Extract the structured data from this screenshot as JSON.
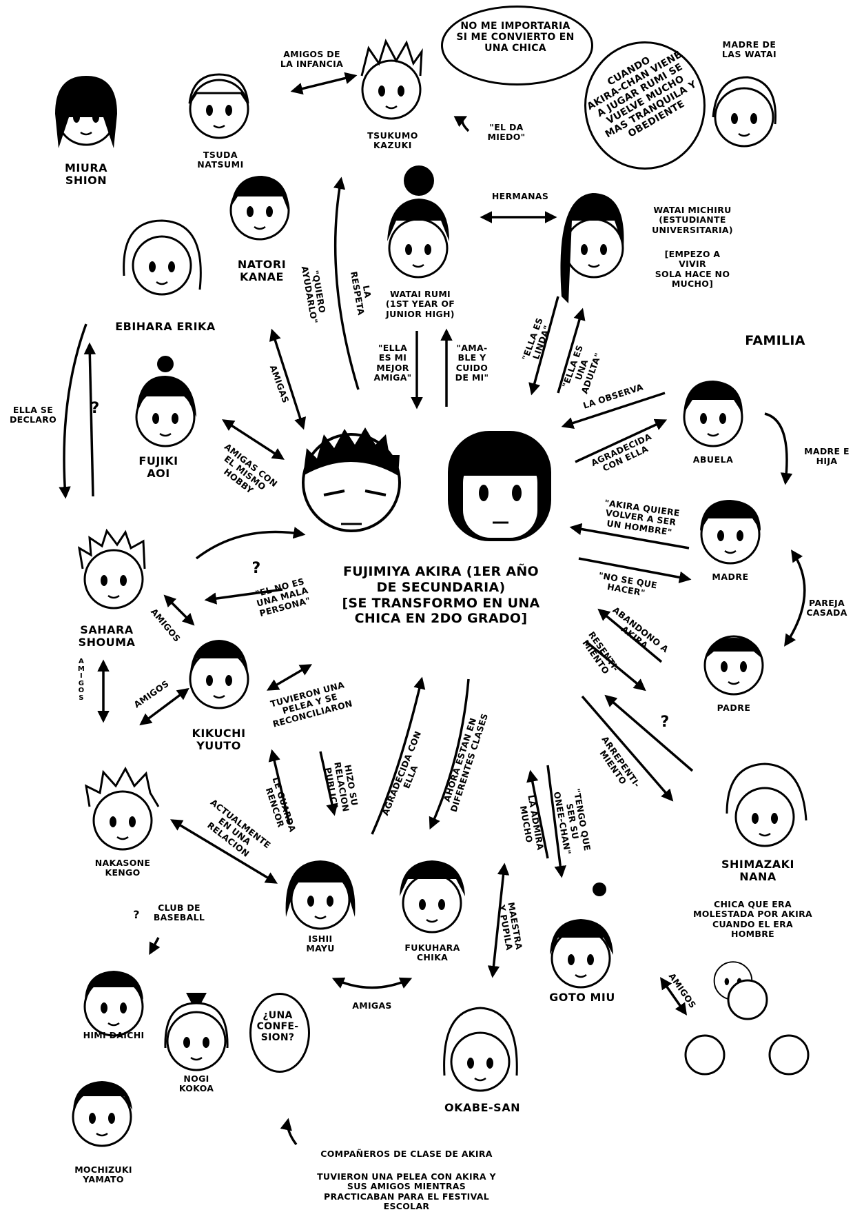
{
  "center": {
    "name": "FUJIMIYA AKIRA (1ER AÑO\nDE SECUNDARIA)\n[SE TRANSFORMO EN UNA\nCHICA EN 2DO GRADO]"
  },
  "characters": [
    {
      "id": "miura",
      "name": "MIURA\nSHION"
    },
    {
      "id": "tsuda",
      "name": "TSUDA\nNATSUMI"
    },
    {
      "id": "tsukumo",
      "name": "TSUKUMO\nKAZUKI"
    },
    {
      "id": "madre_watai",
      "name": "MADRE DE\nLAS WATAI"
    },
    {
      "id": "natori",
      "name": "NATORI\nKANAE"
    },
    {
      "id": "ebihara",
      "name": "EBIHARA ERIKA"
    },
    {
      "id": "watai_rumi",
      "name": "WATAI RUMI\n(1ST YEAR OF\nJUNIOR HIGH)"
    },
    {
      "id": "watai_michiru",
      "name": "WATAI MICHIRU\n(ESTUDIANTE\nUNIVERSITARIA)"
    },
    {
      "id": "fujiki",
      "name": "FUJIKI\nAOI"
    },
    {
      "id": "abuela",
      "name": "ABUELA"
    },
    {
      "id": "madre",
      "name": "MADRE"
    },
    {
      "id": "padre",
      "name": "PADRE"
    },
    {
      "id": "sahara",
      "name": "SAHARA\nSHOUMA"
    },
    {
      "id": "kikuchi",
      "name": "KIKUCHI\nYUUTO"
    },
    {
      "id": "nakasone",
      "name": "NAKASONE\nKENGO"
    },
    {
      "id": "ishii",
      "name": "ISHII\nMAYU"
    },
    {
      "id": "fukuhara",
      "name": "FUKUHARA\nCHIKA"
    },
    {
      "id": "goto",
      "name": "GOTO MIU"
    },
    {
      "id": "shimazaki",
      "name": "SHIMAZAKI\nNANA"
    },
    {
      "id": "himi",
      "name": "HIMI DAICHI"
    },
    {
      "id": "nogi",
      "name": "NOGI\nKOKOA"
    },
    {
      "id": "okabe",
      "name": "OKABE-SAN"
    },
    {
      "id": "mochizuki",
      "name": "MOCHIZUKI\nYAMATO"
    }
  ],
  "notes": {
    "michiru_note": "[EMPEZO A VIVIR\nSOLA HACE NO\nMUCHO]",
    "familia": "FAMILIA",
    "shimazaki_note": "CHICA QUE ERA\nMOLESTADA POR AKIRA\nCUANDO EL ERA\nHOMBRE",
    "club": "CLUB DE\nBASEBALL",
    "companeros": "COMPAÑEROS DE CLASE DE AKIRA",
    "pelea": "TUVIERON UNA PELEA CON AKIRA Y\nSUS AMIGOS MIENTRAS\nPRACTICABAN PARA EL FESTIVAL\nESCOLAR"
  },
  "bubbles": {
    "tsukumo": "NO ME IMPORTARIA\nSI ME CONVIERTO EN\nUNA CHICA",
    "madre_watai": "CUANDO\nAKIRA-CHAN VIENE\nA JUGAR RUMI SE\nVUELVE MUCHO\nMAS TRANQUILA Y\nOBEDIENTE",
    "nogi": "¿UNA\nCONFE-\nSION?"
  },
  "relations": {
    "amigos_infancia": "AMIGOS DE\nLA INFANCIA",
    "el_da_miedo": "\"EL DA\nMIEDO\"",
    "hermanas": "HERMANAS",
    "quiero_ayudarlo": "\"QUIERO\nAYUDARLO\"",
    "la_respeta": "LA\nRESPETA",
    "amigas_natori": "AMIGAS",
    "mejor_amiga": "\"ELLA\nES MI\nMEJOR\nAMIGA\"",
    "amable": "\"AMA-\nBLE Y\nCUIDO\nDE MI\"",
    "ella_linda": "\"ELLA ES\nLINDA\"",
    "ella_adulta": "\"ELLA ES\nUNA\nADULTA\"",
    "la_observa": "LA OBSERVA",
    "agradecida_abuela": "AGRADECIDA\nCON ELLA",
    "madre_hija": "MADRE E\nHIJA",
    "ella_se_declaro": "ELLA SE\nDECLARO",
    "amigas_hobby": "AMIGAS CON\nEL MISMO\nHOBBY",
    "volver_hombre": "\"AKIRA QUIERE\nVOLVER A SER\nUN HOMBRE\"",
    "no_se_que_hacer": "\"NO SE QUE\nHACER\"",
    "pareja_casada": "PAREJA\nCASADA",
    "abandono": "ABANDONO A\nAKIRA",
    "resentimiento": "RESENTI-\nMIENTO",
    "no_mala_persona": "\"EL NO ES\nUNA MALA\nPERSONA\"",
    "amigos_sahara": "AMIGOS",
    "amigos_vertical": "A\nM\nI\nG\nO\nS",
    "amigos_kikuchi": "AMIGOS",
    "pelea_reconcilio": "TUVIERON UNA\nPELEA Y SE\nRECONCILIARON",
    "arrepentimiento": "ARREPENTI-\nMIENTO",
    "hizo_publica": "HIZO SU\nRELACION\nPUBLICA",
    "guarda_rencor": "LE GUARDA\nRENCOR",
    "agradecida_ella": "AGRADECIDA CON ELLA",
    "diferentes_clases": "AHORA ESTAN EN\nDIFERENTES CLASES",
    "la_admira": "LA ADMIRA\nMUCHO",
    "onee_chan": "\"TENGO QUE\nSER SU\nONEE-CHAN\"",
    "actualmente_relacion": "ACTUALMENTE\nEN UNA\nRELACION",
    "amigas_ishii": "AMIGAS",
    "maestra_pupila": "MAESTRA\nY PUPILA",
    "amigos_goto": "AMIGOS"
  },
  "marks": {
    "q": "?",
    "baseball_icon": "baseball-icon"
  }
}
